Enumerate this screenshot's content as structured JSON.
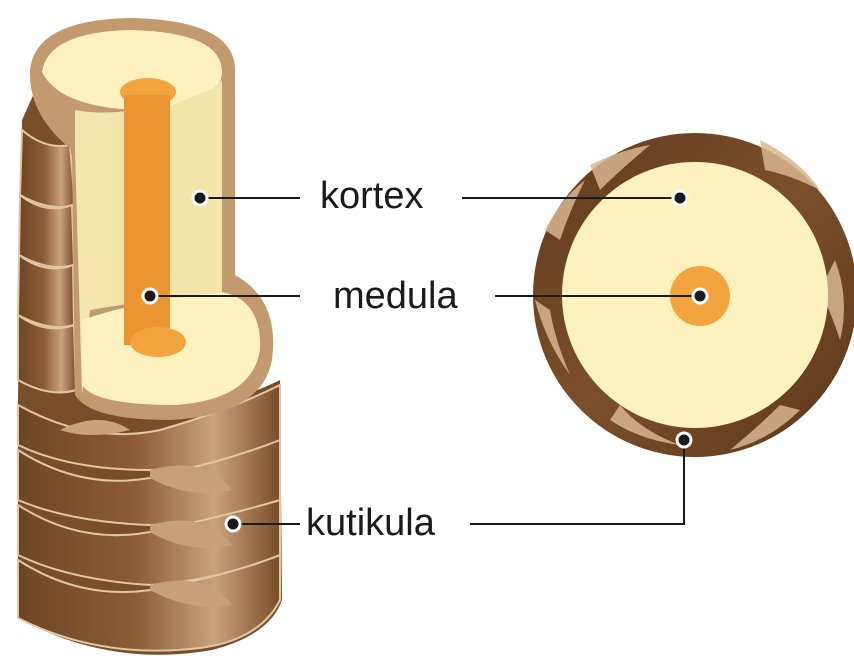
{
  "labels": {
    "cortex": "kortex",
    "medulla": "medula",
    "cuticle": "kutikula"
  },
  "colors": {
    "cuticle_dark": "#6b4322",
    "cuticle_mid": "#8a5a33",
    "cuticle_light": "#d9b896",
    "cortex_light": "#fdf2bd",
    "cortex_shade": "#f1e3a6",
    "cortex_rim": "#c39a6e",
    "medulla": "#f3a43f",
    "medulla_dark": "#ea9532",
    "line": "#1a1a1a"
  }
}
